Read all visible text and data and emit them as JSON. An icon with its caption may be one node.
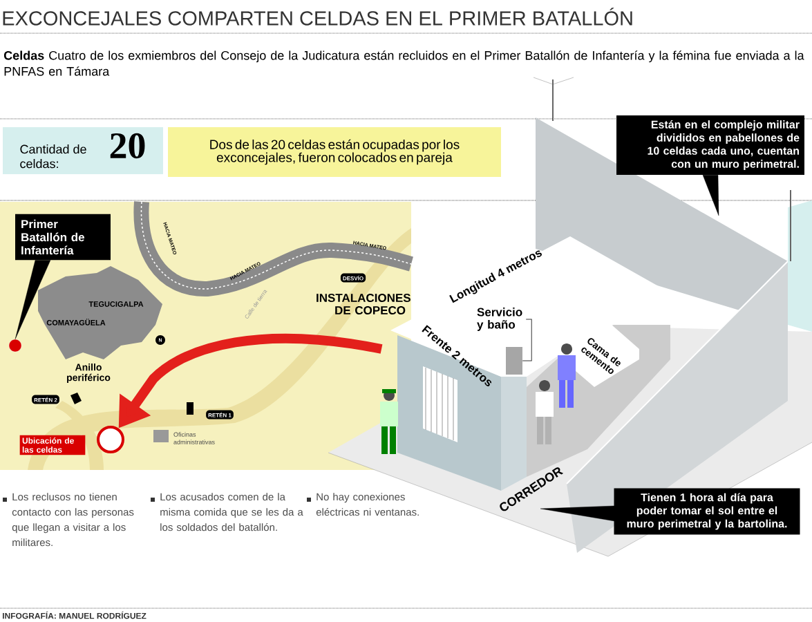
{
  "diagram": {
    "title": "EXCONCEJALES COMPARTEN CELDAS EN EL PRIMER BATALLÓN",
    "nodes": [
      {
        "text": [
          "Cantidad de celdas:",
          "20"
        ]
      },
      {
        "text": [
          "Dos de las 20 celdas están ocupadas por los exconcejales, fueron colocados en pareja"
        ]
      },
      {
        "text": [
          "Primer Batallón de Infantería"
        ]
      },
      {
        "text": [],
        "shape": "circle"
      },
      {
        "text": [
          "Ubicación de las celdas"
        ]
      },
      {
        "text": [],
        "shape": "circle"
      },
      {
        "text": [
          "DESVÍO"
        ]
      },
      {
        "text": [
          "RETÉN 1"
        ]
      },
      {
        "text": [
          "RETÉN 2"
        ]
      },
      {
        "text": [
          "Servicio y baño"
        ]
      },
      {
        "text": [
          "Están en el complejo militar divididos en pabellones de 10 celdas cada uno, cuentan con un muro perimetral."
        ]
      },
      {
        "text": [
          "Tienen 1 hora al día para poder tomar el sol entre el muro perimetral y la bartolina."
        ]
      },
      {
        "text": [],
        "shape": "box"
      }
    ],
    "edges": [
      {
        "from": 2,
        "to": 3,
        "arrow": "to"
      },
      {
        "from": null,
        "to": 5,
        "arrow": "to",
        "style": "thick",
        "color": "#e3201b"
      },
      {
        "from": 9,
        "to": 12,
        "arrow": "none",
        "color": "#333333"
      },
      {
        "from": 10,
        "to": null,
        "arrow": "to"
      },
      {
        "from": 11,
        "to": null,
        "arrow": "to"
      }
    ],
    "labels": [
      "**Celdas** Cuatro de los exmiembros del Consejo de la Judicatura están recluidos en el Primer Batallón de Infantería y la fémina fue enviada a la PNFAS en Támara",
      "HACIA MATEO",
      "HACIA MATEO",
      "HACIA MATEO",
      "TEGUCIGALPA",
      "COMAYAGÜELA",
      "N",
      "Anillo periférico",
      "Calle de tierra",
      "INSTALACIONES DE COPECO",
      "Oficinas administrativas",
      "Longitud 4 metros",
      "Frente 2 metros",
      "Cama de cemento",
      "CORREDOR",
      "Los reclusos no tienen contacto con las personas que llegan a visitar a los militares.",
      "Los acusados comen de la misma comida que se les da a los soldados del batallón.",
      "No hay conexiones eléctricas ni ventanas.",
      "INFOGRAFÍA: MANUEL RODRÍGUEZ"
    ]
  }
}
